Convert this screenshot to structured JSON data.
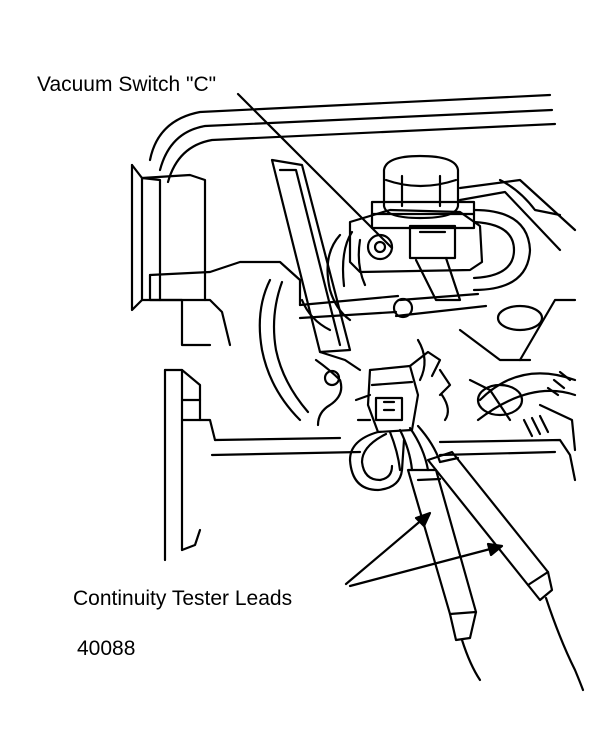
{
  "labels": {
    "vacuum_switch": "Vacuum Switch \"C\"",
    "continuity_leads": "Continuity Tester Leads",
    "figure_id": "40088"
  },
  "colors": {
    "ink": "#000000",
    "paper": "#ffffff"
  }
}
